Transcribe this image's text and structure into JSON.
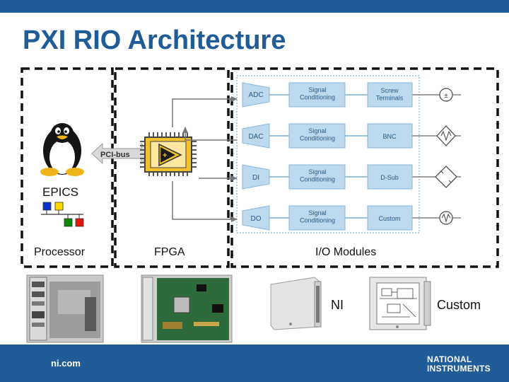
{
  "slide": {
    "title": "PXI RIO Architecture"
  },
  "processor": {
    "bus_label": "PCI-bus",
    "epics_label": "EPICS",
    "label": "Processor"
  },
  "fpga": {
    "label": "FPGA"
  },
  "io_modules": {
    "label": "I/O Modules",
    "converters": [
      "ADC",
      "DAC",
      "DI",
      "DO"
    ],
    "conditioning": [
      "Signal Conditioning",
      "Signal Conditioning",
      "Signal Conditioning",
      "Signal Conditioning"
    ],
    "connectors": [
      "Screw Terminals",
      "BNC",
      "D-Sub",
      "Custom"
    ],
    "sensors": [
      "battery-icon",
      "thermistor-icon",
      "bridge-icon",
      "strain-gauge-icon"
    ]
  },
  "hardware": {
    "ni_label": "NI",
    "custom_label": "Custom"
  },
  "footer": {
    "url": "ni.com",
    "logo_line1": "NATIONAL",
    "logo_line2": "INSTRUMENTS"
  },
  "colors": {
    "brand_blue": "#1f5c98",
    "module_blue": "#bcd9ee",
    "module_text": "#2c5a85",
    "chip_yellow": "#f2c12e",
    "epics_blue": "#0a33c9",
    "epics_yellow": "#ffd800",
    "epics_green": "#0b8a0b",
    "epics_red": "#e01a0a"
  }
}
